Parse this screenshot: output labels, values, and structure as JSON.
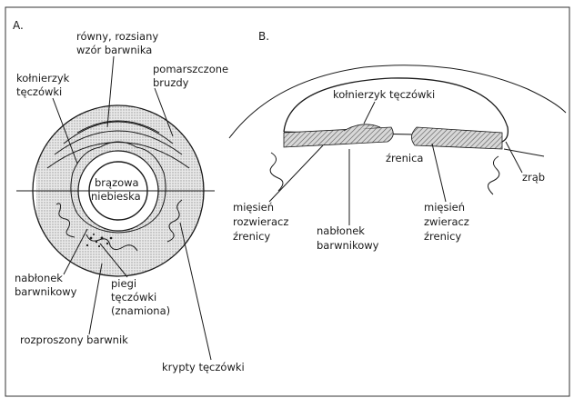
{
  "panel_a": {
    "letter": "A.",
    "labels": {
      "even_pattern_1": "równy, rozsiany",
      "even_pattern_2": "wzór barwnika",
      "collarette_1": "kołnierzyk",
      "collarette_2": "tęczówki",
      "furrows_1": "pomarszczone",
      "furrows_2": "bruzdy",
      "brown": "brązowa",
      "blue": "niebieska",
      "pigment_epi_1": "nabłonek",
      "pigment_epi_2": "barwnikowy",
      "freckles_1": "piegi",
      "freckles_2": "tęczówki",
      "freckles_3": "(znamiona)",
      "diffuse": "rozproszony barwnik",
      "crypts": "krypty tęczówki"
    }
  },
  "panel_b": {
    "letter": "B.",
    "labels": {
      "collarette": "kołnierzyk tęczówki",
      "pupil": "źrenica",
      "stroma": "zrąb",
      "dilator_1": "mięsień",
      "dilator_2": "rozwieracz",
      "dilator_3": "źrenicy",
      "epithelium_1": "nabłonek",
      "epithelium_2": "barwnikowy",
      "sphincter_1": "mięsień",
      "sphincter_2": "zwieracz",
      "sphincter_3": "źrenicy"
    }
  }
}
